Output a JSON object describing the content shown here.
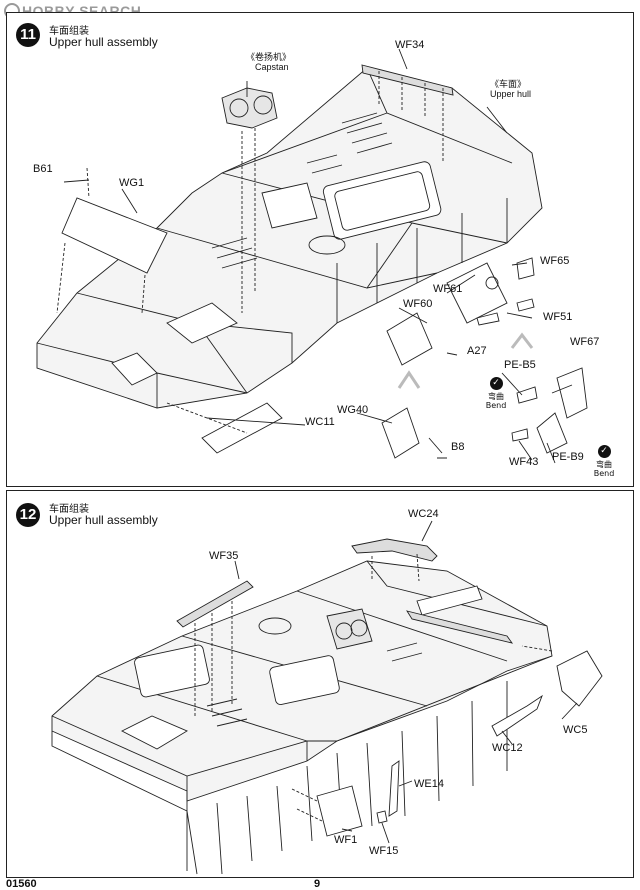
{
  "watermark": "HOBBY SEARCH",
  "steps": [
    {
      "number": "11",
      "title_zh": "车面组装",
      "title_en": "Upper hull assembly",
      "callouts": {
        "capstan_zh": "《卷扬机》",
        "capstan_en": "Capstan",
        "upperhull_zh": "《车面》",
        "upperhull_en": "Upper hull"
      },
      "parts": [
        "WF34",
        "B61",
        "WG1",
        "WF65",
        "WF61",
        "WF60",
        "WF51",
        "A27",
        "WF67",
        "PE-B5",
        "WG40",
        "WC11",
        "B8",
        "WF43",
        "PE-B9"
      ],
      "bend_zh": "弯曲",
      "bend_en": "Bend"
    },
    {
      "number": "12",
      "title_zh": "车面组装",
      "title_en": "Upper hull assembly",
      "parts": [
        "WC24",
        "WF35",
        "WC5",
        "WC12",
        "WE14",
        "WF1",
        "WF15"
      ]
    }
  ],
  "footer": {
    "code": "01560",
    "page": "9"
  }
}
